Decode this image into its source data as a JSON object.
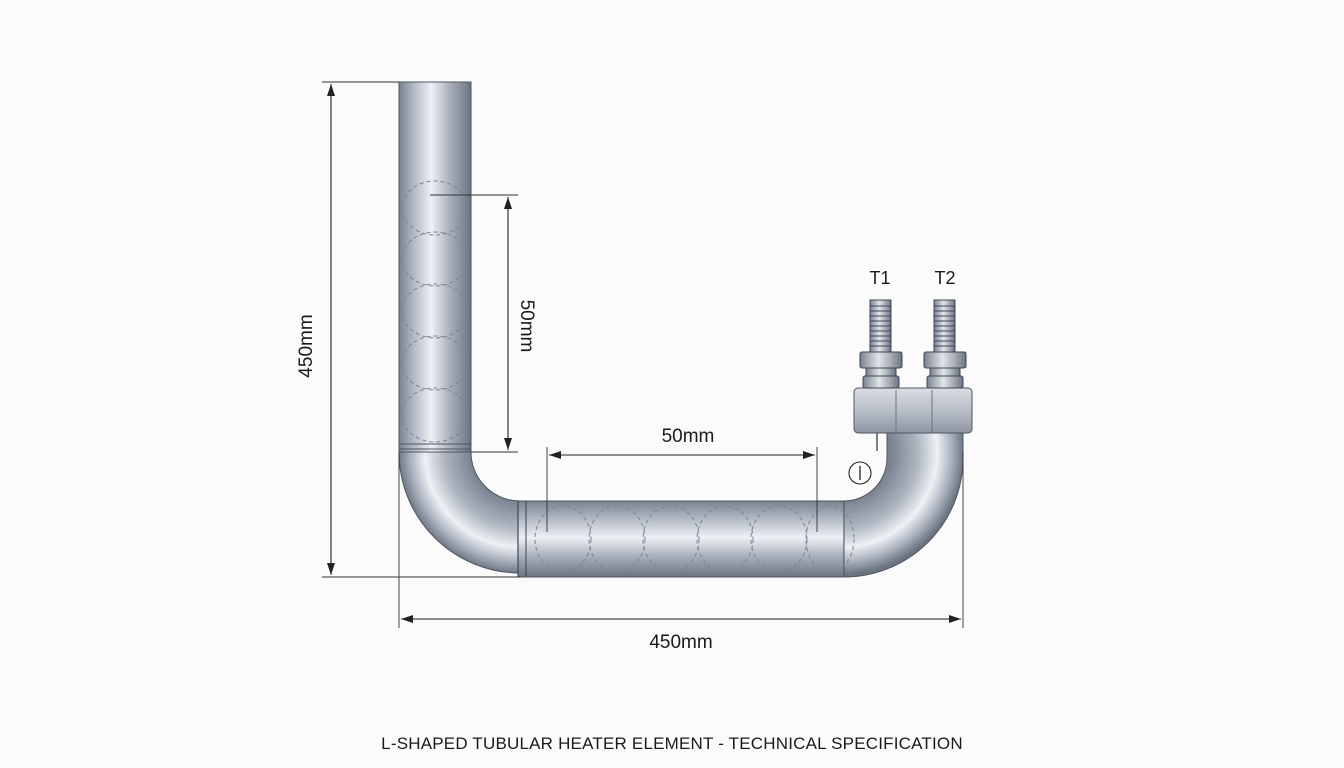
{
  "drawing": {
    "component": "L-shaped tubular heater element",
    "terminals": [
      {
        "label": "T1"
      },
      {
        "label": "T2"
      }
    ],
    "dimensions": {
      "overall_height": "450mm",
      "overall_width": "450mm",
      "vertical_coil_pitch": "50mm",
      "horizontal_coil_pitch": "50mm"
    },
    "thermostat_symbol": "Ⅰ",
    "colors": {
      "tube": "#a9b0bc",
      "tube_highlight": "#eef1f5",
      "tube_shadow": "#6e7684",
      "background": "#fbfbfb",
      "lines": "#222222"
    }
  },
  "caption": "L-SHAPED TUBULAR HEATER ELEMENT - TECHNICAL SPECIFICATION"
}
